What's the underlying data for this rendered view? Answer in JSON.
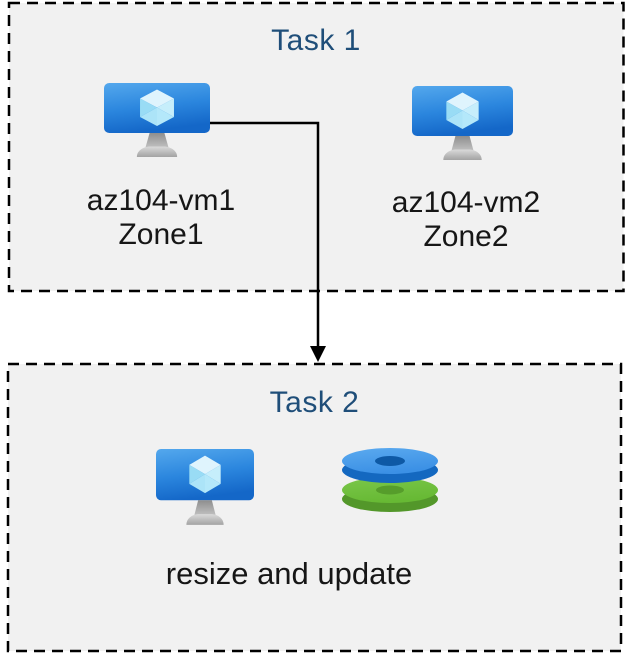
{
  "task1": {
    "title": "Task 1",
    "vms": [
      {
        "name": "az104-vm1",
        "zone": "Zone1"
      },
      {
        "name": "az104-vm2",
        "zone": "Zone2"
      }
    ]
  },
  "task2": {
    "title": "Task 2",
    "caption": "resize and update"
  },
  "icons": {
    "vm": "azure-virtual-machine-icon",
    "disks": "azure-managed-disks-icon",
    "arrow": "down-arrow-connector"
  },
  "colors": {
    "box_background": "#F1F1F1",
    "box_border": "#000000",
    "title_text": "#1F4E79",
    "label_text": "#161616",
    "monitor_blue_light": "#4FA5EB",
    "monitor_blue_dark": "#1566C8",
    "cube_top": "#DFF4FD",
    "cube_left": "#9ADCF5",
    "cube_right": "#C6EEFB",
    "disk_blue_top": "#4A9CE9",
    "disk_blue_rim": "#1468C0",
    "disk_blue_hole": "#0E59A5",
    "disk_green_top": "#71C13D",
    "disk_green_rim": "#53972A"
  }
}
